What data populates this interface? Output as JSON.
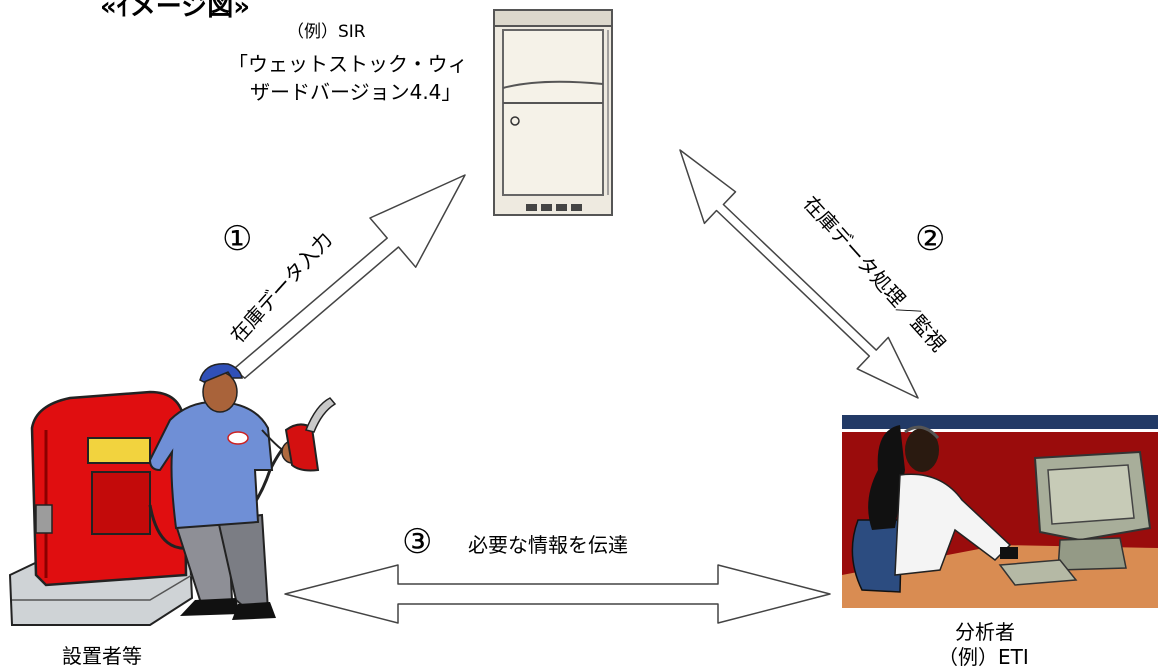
{
  "title_partial": "«ｲメージ図»",
  "server": {
    "example": "（例）SIR",
    "name_line1": "「ウェットストック・ウィ",
    "name_line2": "ザードバージョン4.4」"
  },
  "step1": {
    "num": "①",
    "label": "在庫データ入力"
  },
  "step2": {
    "num": "②",
    "label": "在庫データ処理／監視"
  },
  "step3": {
    "num": "③",
    "label": "必要な情報を伝達"
  },
  "installer": {
    "label": "設置者等"
  },
  "analyst": {
    "label": "分析者",
    "example": "（例）ETI"
  }
}
